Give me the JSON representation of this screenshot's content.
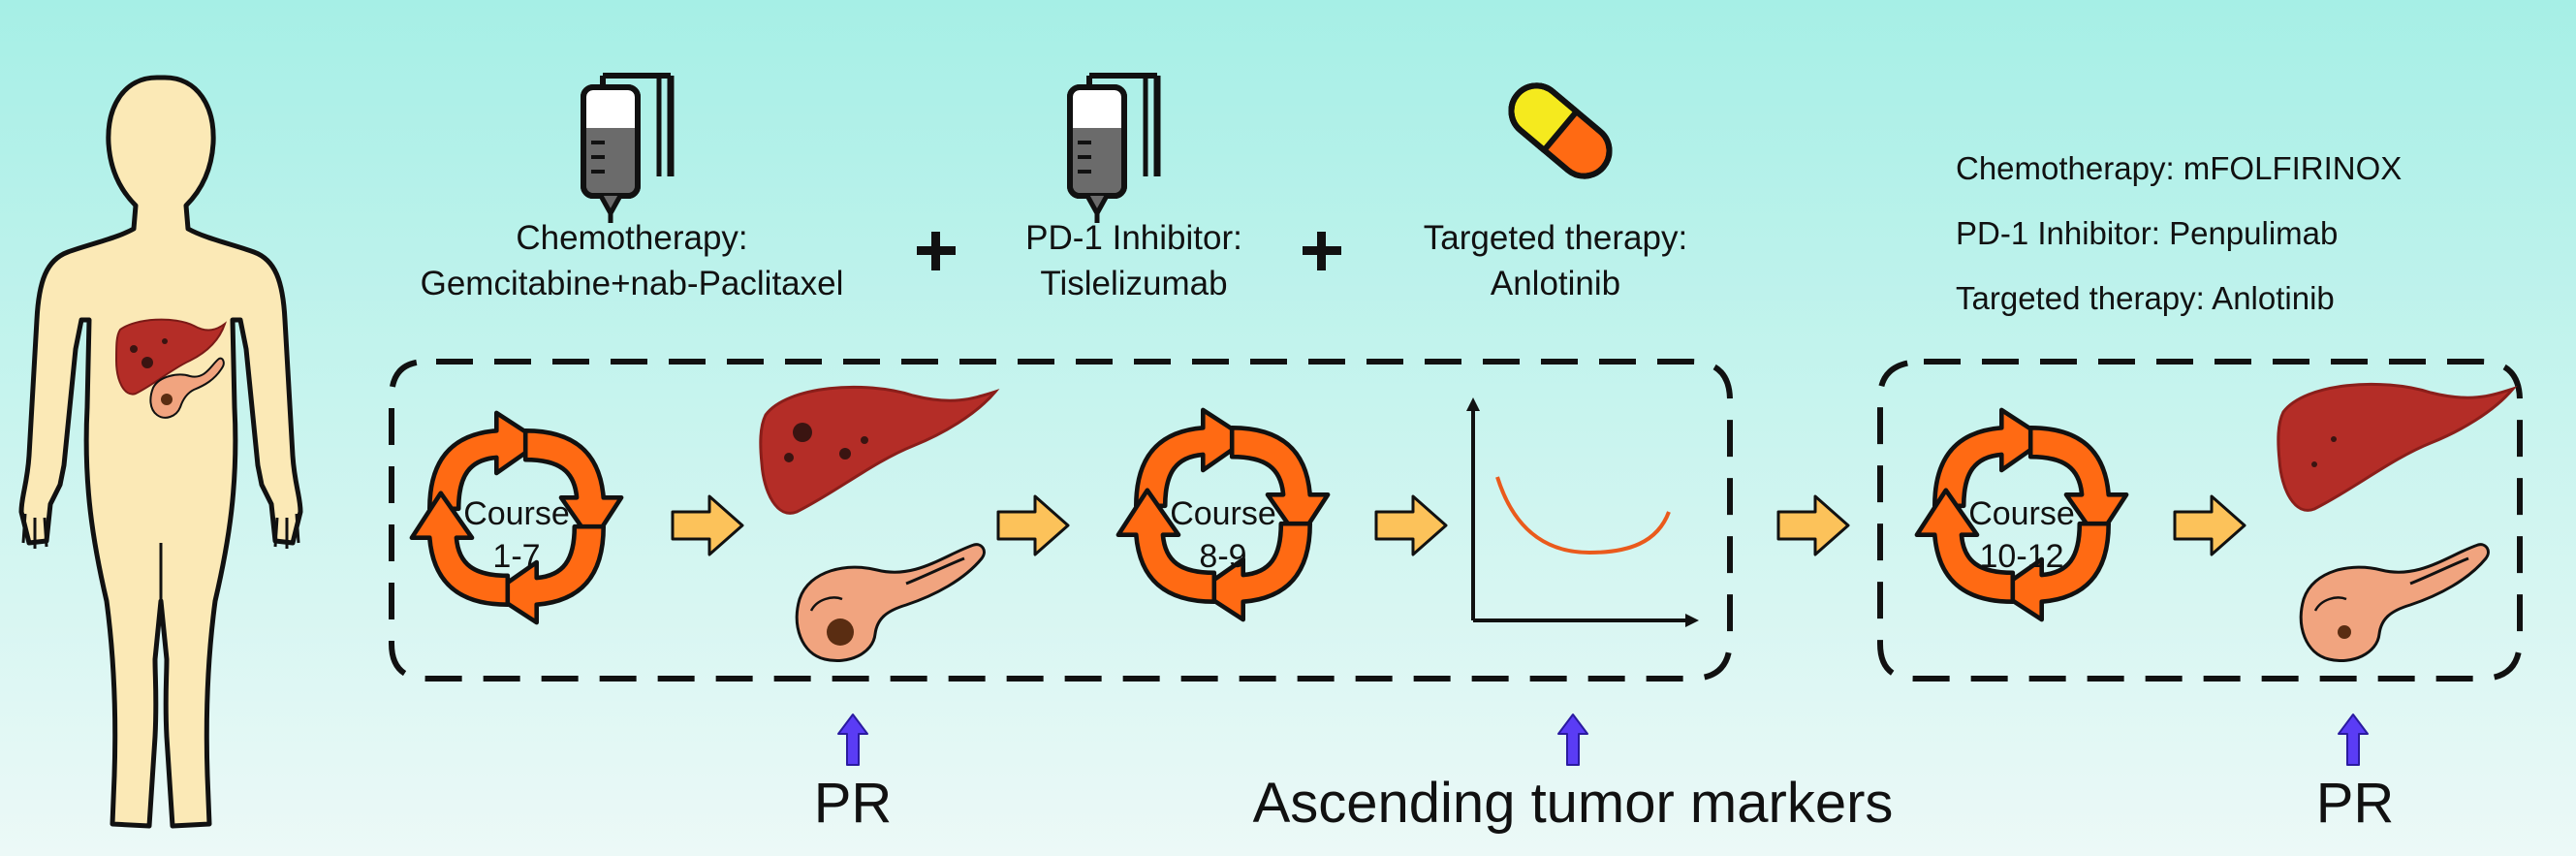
{
  "colors": {
    "bg_top": "#a6efe6",
    "bg_bottom": "#ecf9f7",
    "skin": "#fbe9b6",
    "liver": "#b42d27",
    "pancreas": "#f1a47f",
    "cycle_arrow": "#ff6a13",
    "step_arrow": "#fcc25a",
    "pointer_arrow": "#5a3cf5",
    "curve": "#ea5a1c"
  },
  "icons": [
    "human-body-icon",
    "iv-bag-icon",
    "iv-bag-icon",
    "capsule-icon",
    "liver-icon",
    "pancreas-icon",
    "cycle-arrows-icon",
    "plus-icon",
    "line-graph-icon"
  ],
  "treatments": {
    "chemo": {
      "line1": "Chemotherapy:",
      "line2": "Gemcitabine+nab-Paclitaxel"
    },
    "pd1": {
      "line1": "PD-1 Inhibitor:",
      "line2": "Tislelizumab"
    },
    "targeted": {
      "line1": "Targeted therapy:",
      "line2": "Anlotinib"
    },
    "plus": "+"
  },
  "right_regimen": [
    "Chemotherapy: mFOLFIRINOX",
    "PD-1 Inhibitor: Penpulimab",
    "Targeted therapy: Anlotinib"
  ],
  "courses": [
    {
      "line1": "Course",
      "line2": "1-7"
    },
    {
      "line1": "Course",
      "line2": "8-9"
    },
    {
      "line1": "Course",
      "line2": "10-12"
    }
  ],
  "outcomes": {
    "first": "PR",
    "second": "Ascending tumor markers",
    "third": "PR"
  }
}
